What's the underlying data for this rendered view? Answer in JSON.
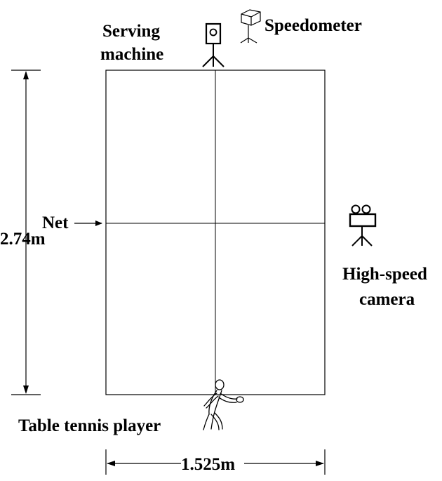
{
  "labels": {
    "serving_machine_line1": "Serving",
    "serving_machine_line2": "machine",
    "speedometer": "Speedometer",
    "net": "Net",
    "table_length": "2.74m",
    "high_speed_camera_line1": "High-speed",
    "high_speed_camera_line2": "camera",
    "player": "Table tennis player",
    "table_width": "1.525m"
  },
  "icons": {
    "serving_machine": "serving-machine-icon",
    "speedometer": "speedometer-icon",
    "camera": "video-camera-icon",
    "player": "table-tennis-player-icon"
  },
  "colors": {
    "line": "#000000",
    "background": "#ffffff"
  }
}
